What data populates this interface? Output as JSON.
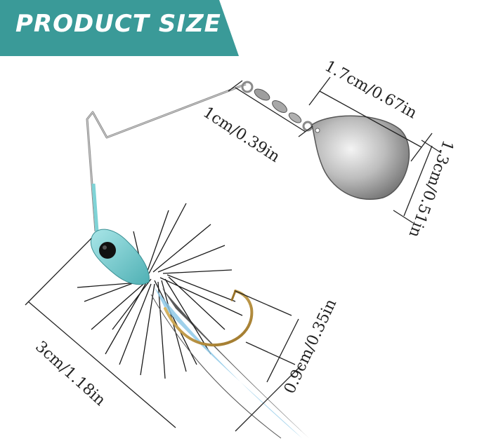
{
  "banner": {
    "title": "PRODUCT SIZE",
    "color": "#3a9a98"
  },
  "dimensions": {
    "blade_length": "1.7cm/0.67in",
    "blade_width": "1.3cm/0.51in",
    "swivel_length": "1cm/0.39in",
    "lure_length": "3cm/1.18in",
    "hook_gap": "0.9cm/0.35in"
  },
  "colors": {
    "head": "#7fd3d6",
    "hair": "#1a1a1a",
    "feather_blue": "#8ec9e8",
    "hook": "#c9a04a",
    "blade": "#c9c9c9",
    "wire": "#9a9a9a"
  }
}
